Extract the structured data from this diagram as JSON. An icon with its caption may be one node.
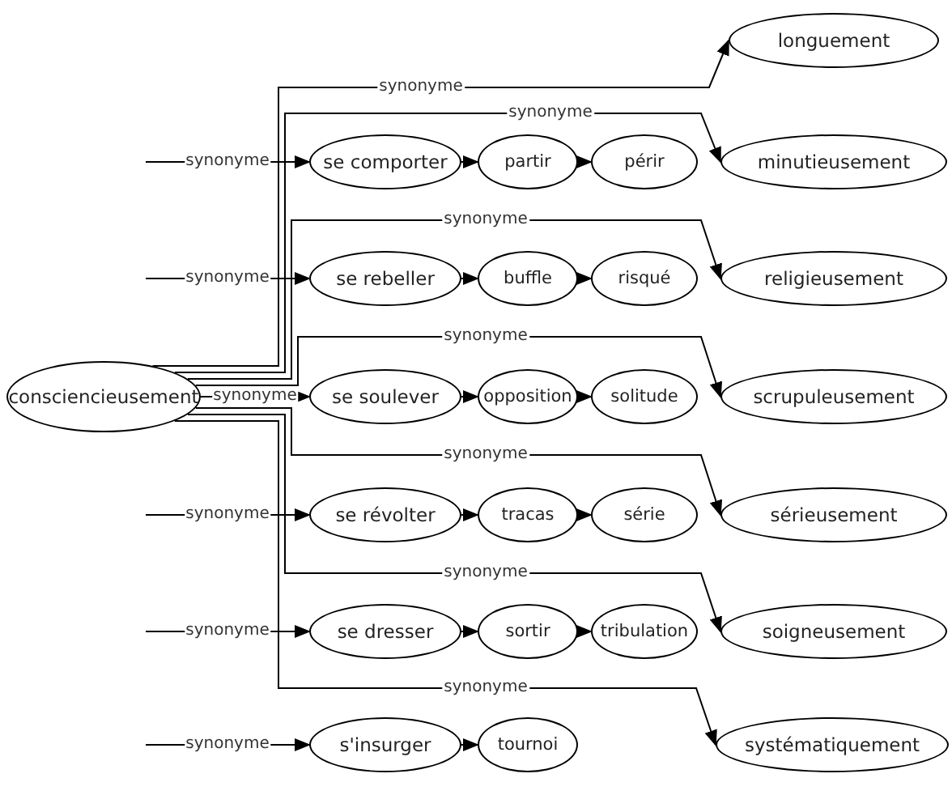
{
  "diagram": {
    "nodes": [
      {
        "text": [
          "longuement"
        ]
      },
      {
        "text": [
          "se comporter"
        ]
      },
      {
        "text": [
          "partir"
        ]
      },
      {
        "text": [
          "périr"
        ]
      },
      {
        "text": [
          "minutieusement"
        ]
      },
      {
        "text": [
          "se rebeller"
        ]
      },
      {
        "text": [
          "buffle"
        ]
      },
      {
        "text": [
          "risqué"
        ]
      },
      {
        "text": [
          "religieusement"
        ]
      },
      {
        "text": [
          "consciencieusement"
        ]
      },
      {
        "text": [
          "se soulever"
        ]
      },
      {
        "text": [
          "opposition"
        ]
      },
      {
        "text": [
          "solitude"
        ]
      },
      {
        "text": [
          "scrupuleusement"
        ]
      },
      {
        "text": [
          "se révolter"
        ]
      },
      {
        "text": [
          "tracas"
        ]
      },
      {
        "text": [
          "série"
        ]
      },
      {
        "text": [
          "sérieusement"
        ]
      },
      {
        "text": [
          "se dresser"
        ]
      },
      {
        "text": [
          "sortir"
        ]
      },
      {
        "text": [
          "tribulation"
        ]
      },
      {
        "text": [
          "soigneusement"
        ]
      },
      {
        "text": [
          "s'insurger"
        ]
      },
      {
        "text": [
          "tournoi"
        ]
      },
      {
        "text": [
          "systématiquement"
        ]
      }
    ],
    "edges": [
      {
        "from": 9,
        "to": 0,
        "arrow": "to",
        "label": "synonyme"
      },
      {
        "from": 9,
        "to": 4,
        "arrow": "to",
        "label": "synonyme"
      },
      {
        "from": 9,
        "to": 8,
        "arrow": "to",
        "label": "synonyme"
      },
      {
        "from": 9,
        "to": 13,
        "arrow": "to",
        "label": "synonyme"
      },
      {
        "from": 9,
        "to": 17,
        "arrow": "to",
        "label": "synonyme"
      },
      {
        "from": 9,
        "to": 21,
        "arrow": "to",
        "label": "synonyme"
      },
      {
        "from": 9,
        "to": 24,
        "arrow": "to",
        "label": "synonyme"
      },
      {
        "from": null,
        "to": 1,
        "arrow": "to",
        "label": "synonyme"
      },
      {
        "from": null,
        "to": 5,
        "arrow": "to",
        "label": "synonyme"
      },
      {
        "from": 9,
        "to": 10,
        "arrow": "to",
        "label": "synonyme"
      },
      {
        "from": null,
        "to": 14,
        "arrow": "to",
        "label": "synonyme"
      },
      {
        "from": null,
        "to": 18,
        "arrow": "to",
        "label": "synonyme"
      },
      {
        "from": null,
        "to": 22,
        "arrow": "to",
        "label": "synonyme"
      },
      {
        "from": 1,
        "to": 2,
        "arrow": "to"
      },
      {
        "from": 2,
        "to": 3,
        "arrow": "to"
      },
      {
        "from": 5,
        "to": 6,
        "arrow": "to"
      },
      {
        "from": 6,
        "to": 7,
        "arrow": "to"
      },
      {
        "from": 10,
        "to": 11,
        "arrow": "to"
      },
      {
        "from": 11,
        "to": 12,
        "arrow": "to"
      },
      {
        "from": 14,
        "to": 15,
        "arrow": "to"
      },
      {
        "from": 15,
        "to": 16,
        "arrow": "to"
      },
      {
        "from": 18,
        "to": 19,
        "arrow": "to"
      },
      {
        "from": 19,
        "to": 20,
        "arrow": "to"
      },
      {
        "from": 22,
        "to": 23,
        "arrow": "to"
      }
    ]
  }
}
